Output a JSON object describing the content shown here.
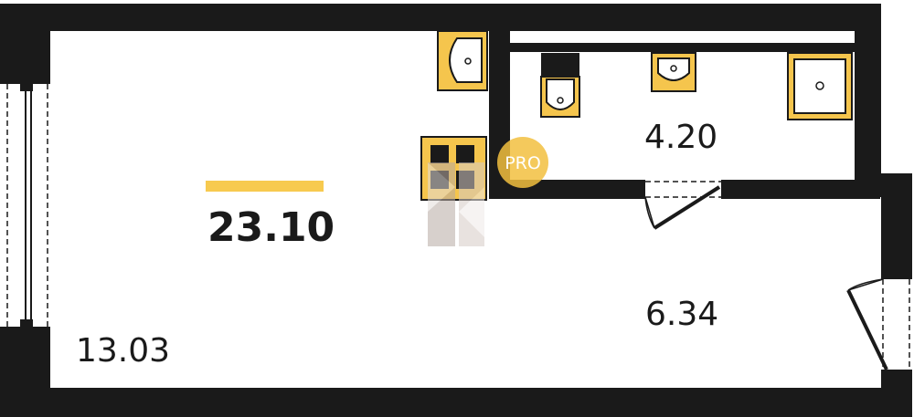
{
  "plan": {
    "total_area": "23.10",
    "rooms": [
      {
        "id": "living",
        "area": "13.03"
      },
      {
        "id": "bathroom",
        "area": "4.20"
      },
      {
        "id": "hallway",
        "area": "6.34"
      }
    ],
    "watermark": "PRO",
    "colors": {
      "wall": "#1a1a1a",
      "fixture": "#f5c54d",
      "accent_bar": "#f7ca4f",
      "watermark": "#f2bf3f",
      "background": "#ffffff"
    },
    "icons": [
      "sink-icon",
      "toilet-icon",
      "washbasin-icon",
      "shower-tray-icon",
      "stove-icon",
      "window-icon",
      "door-icon",
      "logo-icon"
    ]
  }
}
